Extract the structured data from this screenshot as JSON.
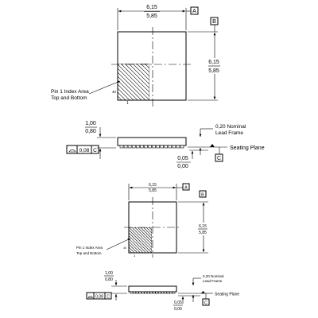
{
  "views": [
    {
      "id": "large",
      "dim_width_max": "6,15",
      "dim_width_min": "5,85",
      "dim_height_max": "6,15",
      "dim_height_min": "5,85",
      "datum_a": "A",
      "datum_b": "B",
      "datum_c": "C",
      "pin1_label_line1": "Pin 1 Index Area",
      "pin1_label_line2": "Top and Bottom",
      "pin_marker": "1",
      "pin_marker_small": "40",
      "thickness_max": "1,00",
      "thickness_min": "0,80",
      "lead_frame_line1": "0,20 Nominal",
      "lead_frame_line2": "Lead Frame",
      "standoff_max": "0,05",
      "standoff_min": "0,00",
      "seating_plane": "Seating Plane",
      "flatness_value": "0,08",
      "flatness_datum": "C"
    },
    {
      "id": "small",
      "dim_width_max": "6,15",
      "dim_width_min": "5,85",
      "dim_height_max": "6,15",
      "dim_height_min": "5,85",
      "datum_a": "A",
      "datum_b": "B",
      "datum_c": "C",
      "pin1_label_line1": "Pin 1 Index Area",
      "pin1_label_line2": "Top and Bottom",
      "pin_marker": "1",
      "pin_marker_small": "40",
      "thickness_max": "1,00",
      "thickness_min": "0,80",
      "lead_frame_line1": "0,20 Nominal",
      "lead_frame_line2": "Lead Frame",
      "standoff_max": "0,05",
      "standoff_min": "0,00",
      "seating_plane": "Seating Plane",
      "flatness_value": "0,08",
      "flatness_datum": "C"
    }
  ]
}
